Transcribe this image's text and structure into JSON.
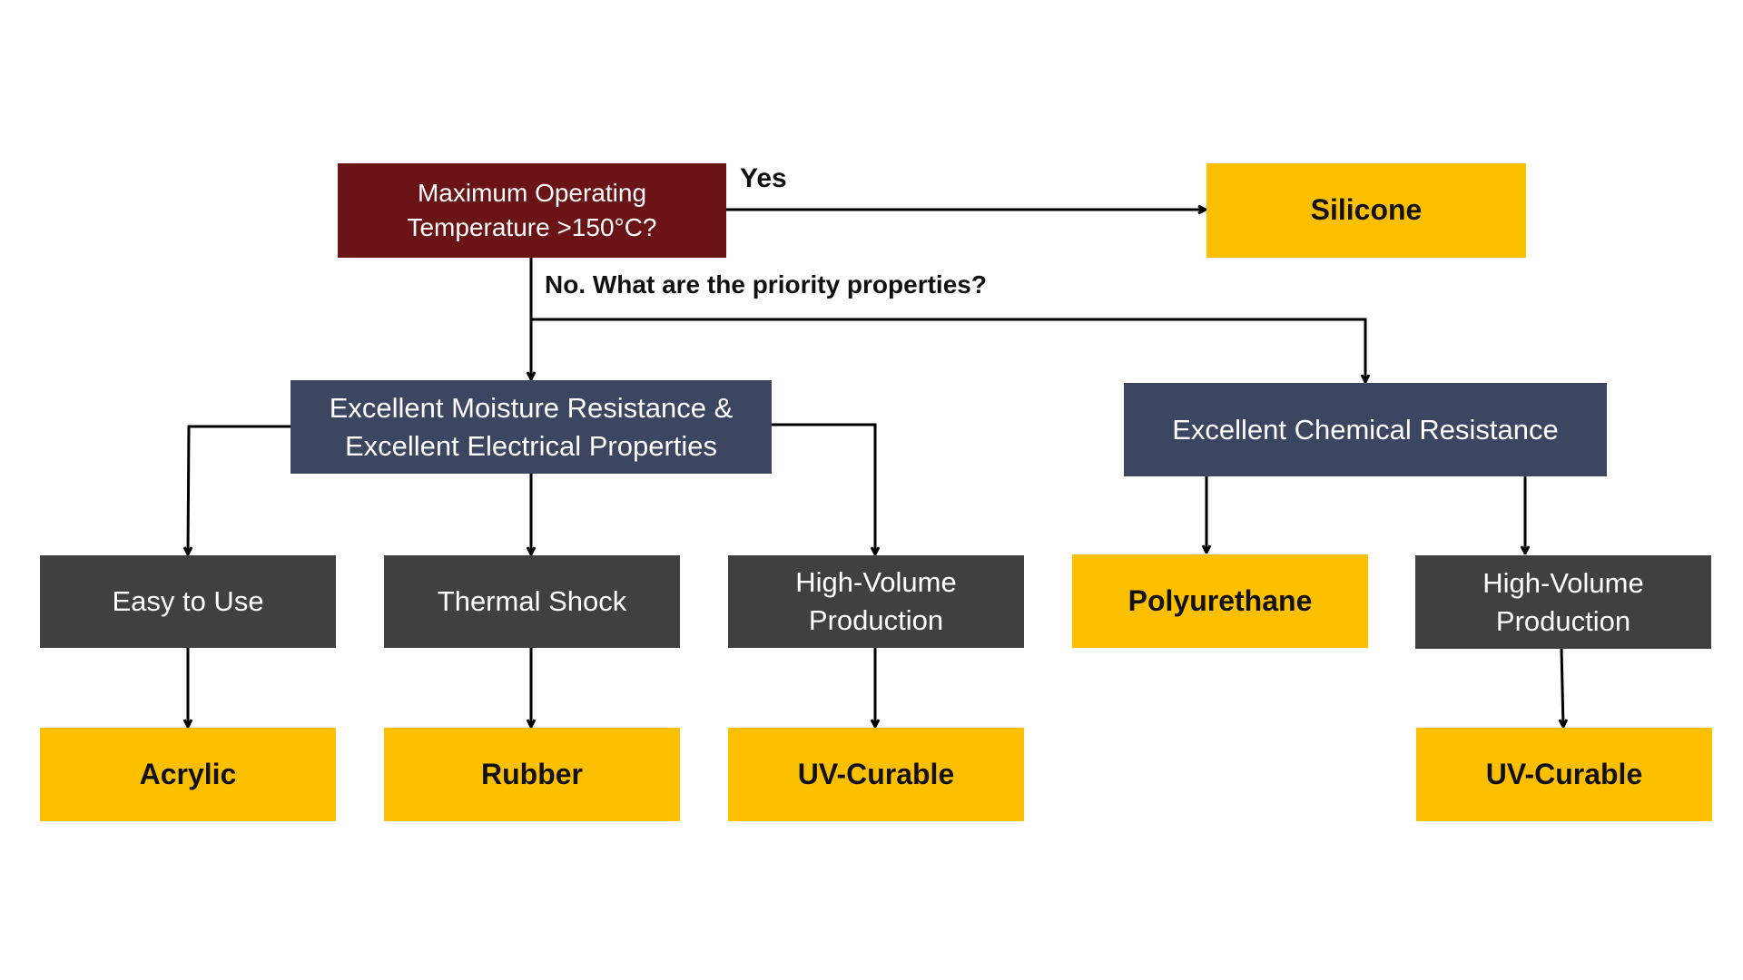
{
  "question": {
    "text": "Maximum Operating Temperature >150°C?"
  },
  "edge_labels": {
    "yes": "Yes",
    "no": "No. What are the priority properties?"
  },
  "results": {
    "silicone": "Silicone",
    "acrylic": "Acrylic",
    "rubber": "Rubber",
    "uv_curable_left": "UV-Curable",
    "polyurethane": "Polyurethane",
    "uv_curable_right": "UV-Curable"
  },
  "properties": {
    "moisture_electrical": "Excellent Moisture Resistance & Excellent Electrical Properties",
    "chemical": "Excellent Chemical Resistance"
  },
  "criteria": {
    "easy_to_use": "Easy to Use",
    "thermal_shock": "Thermal Shock",
    "high_volume_left": "High-Volume Production",
    "high_volume_right": "High-Volume Production"
  },
  "colors": {
    "question_fill": "#6b1417",
    "property_fill": "#3d4660",
    "criterion_fill": "#404040",
    "result_fill": "#fdc000",
    "connector": "#000000"
  }
}
